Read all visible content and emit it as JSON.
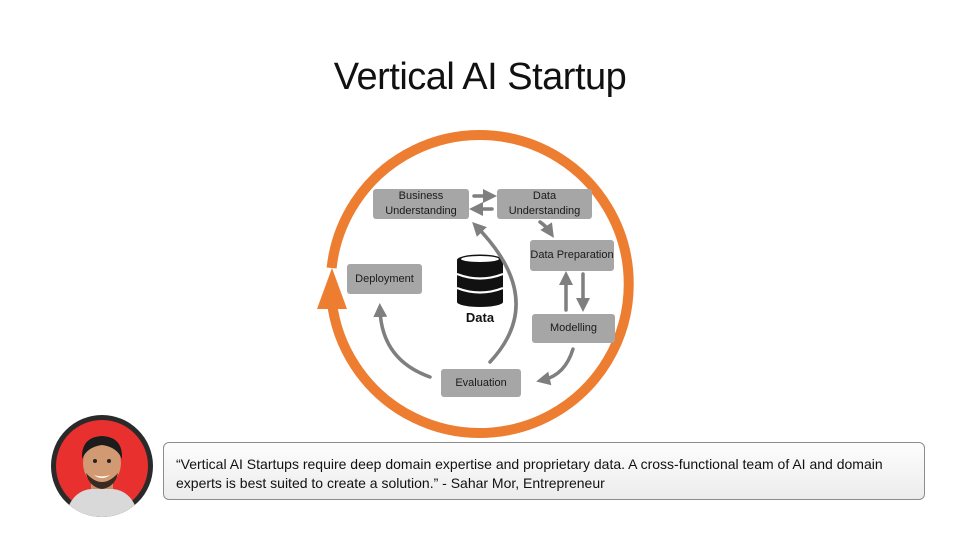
{
  "slide": {
    "title": "Vertical AI Startup"
  },
  "diagram": {
    "center_label": "Data",
    "steps": {
      "business_understanding": "Business Understanding",
      "data_understanding": "Data Understanding",
      "data_preparation": "Data Preparation",
      "modelling": "Modelling",
      "evaluation": "Evaluation",
      "deployment": "Deployment"
    },
    "colors": {
      "cycle_ring": "#ed7d31",
      "step_box": "#a6a6a6",
      "arrows": "#7f7f7f"
    },
    "icons": [
      "database-icon",
      "cycle-arrow-icon"
    ]
  },
  "quote": {
    "text": "“Vertical AI Startups require deep domain expertise and proprietary data. A cross-functional team of AI and domain experts is best suited to create a solution.” - Sahar Mor, Entrepreneur",
    "avatar_background": "#e8302f"
  }
}
